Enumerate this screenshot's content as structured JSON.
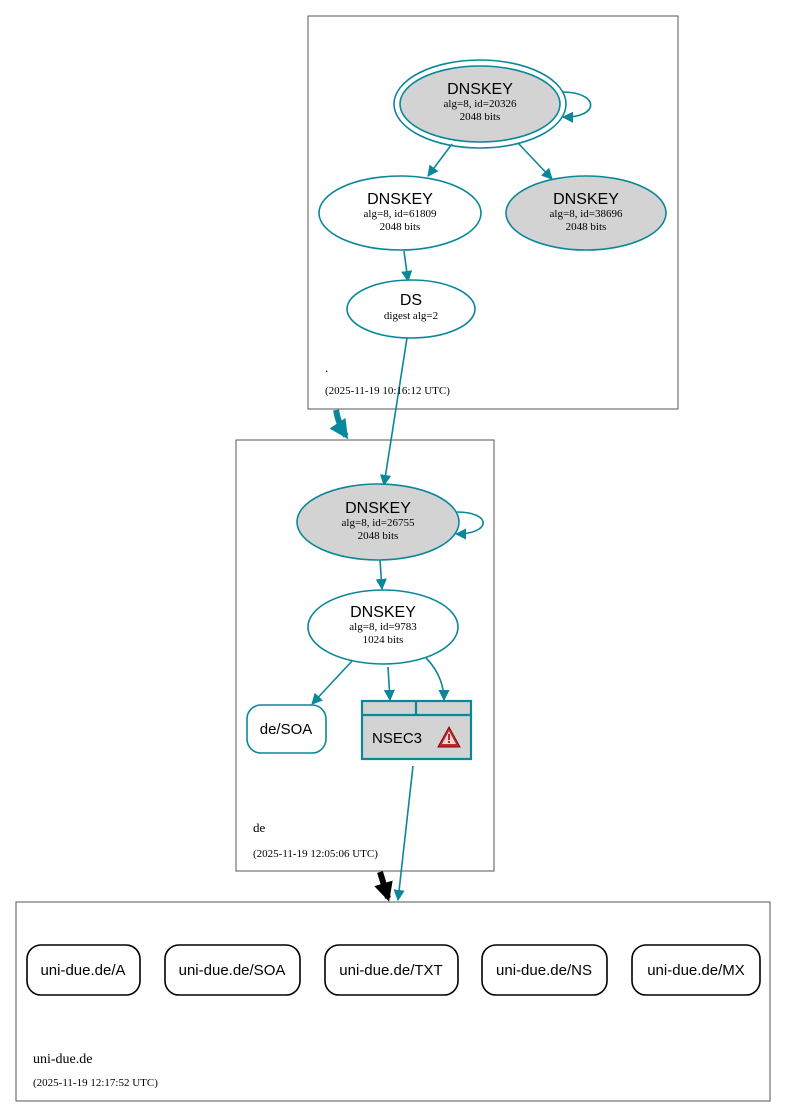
{
  "zones": {
    "root": {
      "name": ".",
      "timestamp": "(2025-11-19 10:16:12 UTC)"
    },
    "de": {
      "name": "de",
      "timestamp": "(2025-11-19 12:05:06 UTC)"
    },
    "unidue": {
      "name": "uni-due.de",
      "timestamp": "(2025-11-19 12:17:52 UTC)"
    }
  },
  "nodes": {
    "root_ksk": {
      "type": "DNSKEY",
      "detail": "alg=8, id=20326",
      "bits": "2048 bits"
    },
    "root_zsk1": {
      "type": "DNSKEY",
      "detail": "alg=8, id=61809",
      "bits": "2048 bits"
    },
    "root_zsk2": {
      "type": "DNSKEY",
      "detail": "alg=8, id=38696",
      "bits": "2048 bits"
    },
    "root_ds": {
      "type": "DS",
      "detail": "digest alg=2"
    },
    "de_ksk": {
      "type": "DNSKEY",
      "detail": "alg=8, id=26755",
      "bits": "2048 bits"
    },
    "de_zsk": {
      "type": "DNSKEY",
      "detail": "alg=8, id=9783",
      "bits": "1024 bits"
    },
    "de_soa": {
      "label": "de/SOA"
    },
    "de_nsec3": {
      "label": "NSEC3"
    }
  },
  "records": [
    "uni-due.de/A",
    "uni-due.de/SOA",
    "uni-due.de/TXT",
    "uni-due.de/NS",
    "uni-due.de/MX"
  ],
  "colors": {
    "edge": "#0a879a",
    "fill_gray": "#d3d3d3",
    "warning": "#c0282e"
  }
}
